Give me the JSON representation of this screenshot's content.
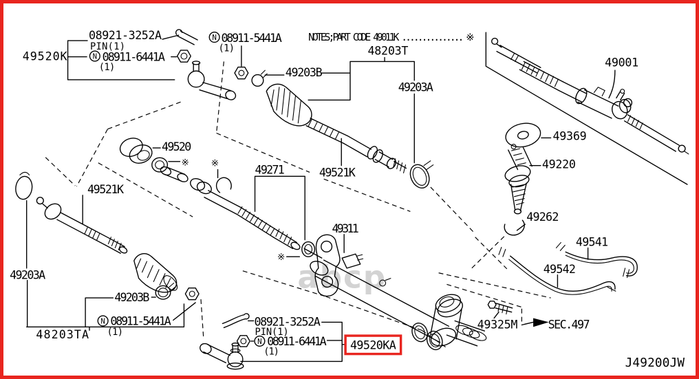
{
  "diagram_code": "J49200JW",
  "notes_line": "NOTES;PART CODE  49011K ............... ※",
  "watermark": "abcp",
  "asterisk": "※",
  "sec_ref": "SEC.497",
  "colors": {
    "highlight_red": "#e8251f",
    "line_black": "#000000",
    "watermark_gray": "#c9c9c9"
  },
  "parts": {
    "k49520K": {
      "code": "49520K"
    },
    "k49001": {
      "code": "49001"
    },
    "k49369": {
      "code": "49369"
    },
    "k49220": {
      "code": "49220"
    },
    "k49262": {
      "code": "49262"
    },
    "k49541": {
      "code": "49541"
    },
    "k49542": {
      "code": "49542"
    },
    "k49325M": {
      "code": "49325M"
    },
    "k48203T": {
      "code": "48203T"
    },
    "k49203B_top": {
      "code": "49203B"
    },
    "k49203A_top": {
      "code": "49203A"
    },
    "k49520": {
      "code": "49520"
    },
    "k49271": {
      "code": "49271"
    },
    "k49521K_center": {
      "code": "49521K"
    },
    "k49311": {
      "code": "49311"
    },
    "k49521K_left": {
      "code": "49521K"
    },
    "k49203A_left": {
      "code": "49203A"
    },
    "k49203B_bottom": {
      "code": "49203B"
    },
    "k48203TA": {
      "code": "48203TA"
    },
    "k49520KA": {
      "code": "49520KA"
    }
  },
  "hardware": {
    "pin_top": {
      "code": "08921-3252A",
      "note": "PIN(1)"
    },
    "nut_top": {
      "prefix": "N",
      "code": "08911-6441A",
      "qty": "(1)"
    },
    "nut_mid": {
      "prefix": "N",
      "code": "08911-5441A",
      "qty": "(1)"
    },
    "nut_left": {
      "prefix": "N",
      "code": "08911-5441A",
      "qty": "(1)"
    },
    "pin_bottom": {
      "code": "08921-3252A",
      "note": "PIN(1)"
    },
    "nut_bottom": {
      "prefix": "N",
      "code": "08911-6441A",
      "qty": "(1)"
    }
  }
}
